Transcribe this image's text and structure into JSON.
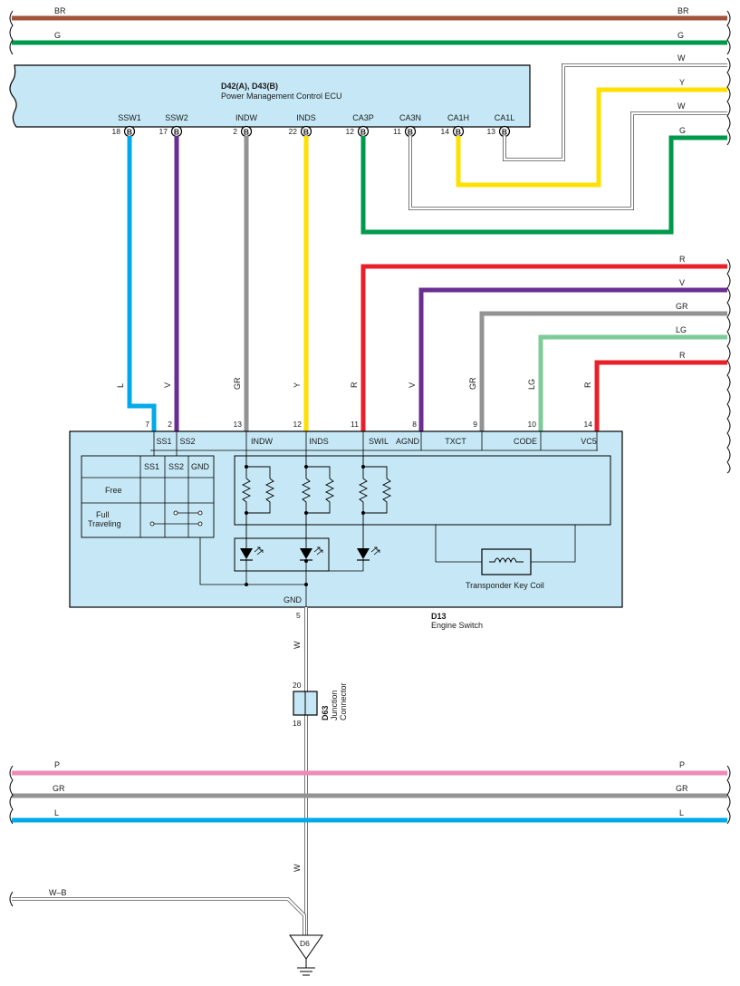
{
  "colors": {
    "BR": "#a0533b",
    "G": "#00994c",
    "W": "#ffffff",
    "Y": "#ffe000",
    "L": "#00a9e8",
    "V": "#6a2d91",
    "GR": "#939393",
    "R": "#e8202a",
    "LG": "#7ecb9a",
    "P": "#ee8bb7",
    "WB": "#ffffff",
    "component_fill": "#c6e8f6"
  },
  "top_wires": {
    "br": "BR",
    "g": "G"
  },
  "ecu": {
    "title": "D42(A), D43(B)",
    "subtitle": "Power Management Control ECU",
    "terminals": [
      {
        "name": "SSW1",
        "pin": "18",
        "conn": "B"
      },
      {
        "name": "SSW2",
        "pin": "17",
        "conn": "B"
      },
      {
        "name": "INDW",
        "pin": "2",
        "conn": "B"
      },
      {
        "name": "INDS",
        "pin": "22",
        "conn": "B"
      },
      {
        "name": "CA3P",
        "pin": "12",
        "conn": "B"
      },
      {
        "name": "CA3N",
        "pin": "11",
        "conn": "B"
      },
      {
        "name": "CA1H",
        "pin": "14",
        "conn": "B"
      },
      {
        "name": "CA1L",
        "pin": "13",
        "conn": "B"
      }
    ]
  },
  "right_wires_upper": [
    "W",
    "Y",
    "W",
    "G"
  ],
  "right_wires_lower": [
    "R",
    "V",
    "GR",
    "LG",
    "R"
  ],
  "vertical_wire_labels": [
    "L",
    "V",
    "GR",
    "Y",
    "R",
    "V",
    "GR",
    "LG",
    "R"
  ],
  "engine_switch": {
    "id": "D13",
    "name": "Engine Switch",
    "terminals": [
      {
        "name": "SS1",
        "pin": "7"
      },
      {
        "name": "SS2",
        "pin": "2"
      },
      {
        "name": "INDW",
        "pin": "13"
      },
      {
        "name": "INDS",
        "pin": "12"
      },
      {
        "name": "SWIL",
        "pin": "11"
      },
      {
        "name": "AGND",
        "pin": "8"
      },
      {
        "name": "TXCT",
        "pin": "9"
      },
      {
        "name": "CODE",
        "pin": "10"
      },
      {
        "name": "VC5",
        "pin": "14"
      }
    ],
    "gnd_label": "GND",
    "gnd_pin": "5",
    "table": {
      "headers": [
        "SS1",
        "SS2",
        "GND"
      ],
      "rows": [
        "Free",
        "Full",
        "Traveling"
      ]
    },
    "coil_label": "Transponder Key Coil"
  },
  "junction": {
    "id": "D63",
    "name_line1": "Junction",
    "name_line2": "Connector",
    "pin_in": "20",
    "pin_out": "18"
  },
  "ground_wire_label": "W",
  "ground_wire_label2": "W",
  "bottom_wires": {
    "p": "P",
    "gr": "GR",
    "l": "L",
    "wb": "W–B"
  },
  "ground_point": "D6"
}
